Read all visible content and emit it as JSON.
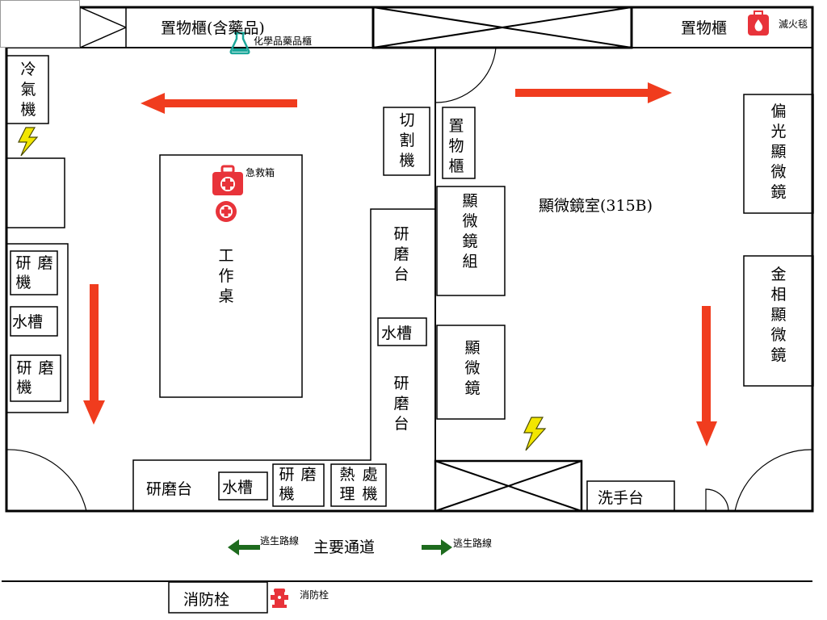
{
  "labels": {
    "storage_top": "置物櫃(含藥品)",
    "chem_cabinet": "化學品藥品櫃",
    "storage_top_right": "置物櫃",
    "fire_blanket": "滅火毯",
    "aircon": "冷氣機",
    "first_aid": "急救箱",
    "workbench": "工作桌",
    "cutter": "切割機",
    "storage_mid": "置物櫃",
    "microscope_room": "顯微鏡室(315B)",
    "polarizing_microscope": "偏光顯微鏡",
    "microscope_set": "顯微鏡組",
    "grinder_1": "研磨機",
    "sink_1": "水槽",
    "grinder_2": "研磨機",
    "grinding_table_1": "研磨台",
    "sink_2": "水槽",
    "grinding_table_2": "研磨台",
    "microscope": "顯微鏡",
    "metallographic_microscope": "金相顯微鏡",
    "grinding_table_3": "研磨台",
    "sink_3": "水槽",
    "grinder_3": "研磨機",
    "heat_treatment": "熱處理機",
    "wash_basin": "洗手台",
    "main_corridor": "主要通道",
    "escape_left": "逃生路線",
    "escape_right": "逃生路線",
    "hydrant_box": "消防栓",
    "hydrant_label": "消防栓"
  },
  "colors": {
    "evac_arrow": "#f03c1e",
    "escape_arrow": "#1e6b1e",
    "safety_red": "#e8333a",
    "flask_teal": "#1aa79a",
    "lightning": "#f2e600"
  },
  "icons": [
    "flask-icon",
    "fire-blanket-icon",
    "lightning-icon",
    "first-aid-kit-icon",
    "first-aid-cross-icon",
    "fire-hydrant-icon"
  ]
}
